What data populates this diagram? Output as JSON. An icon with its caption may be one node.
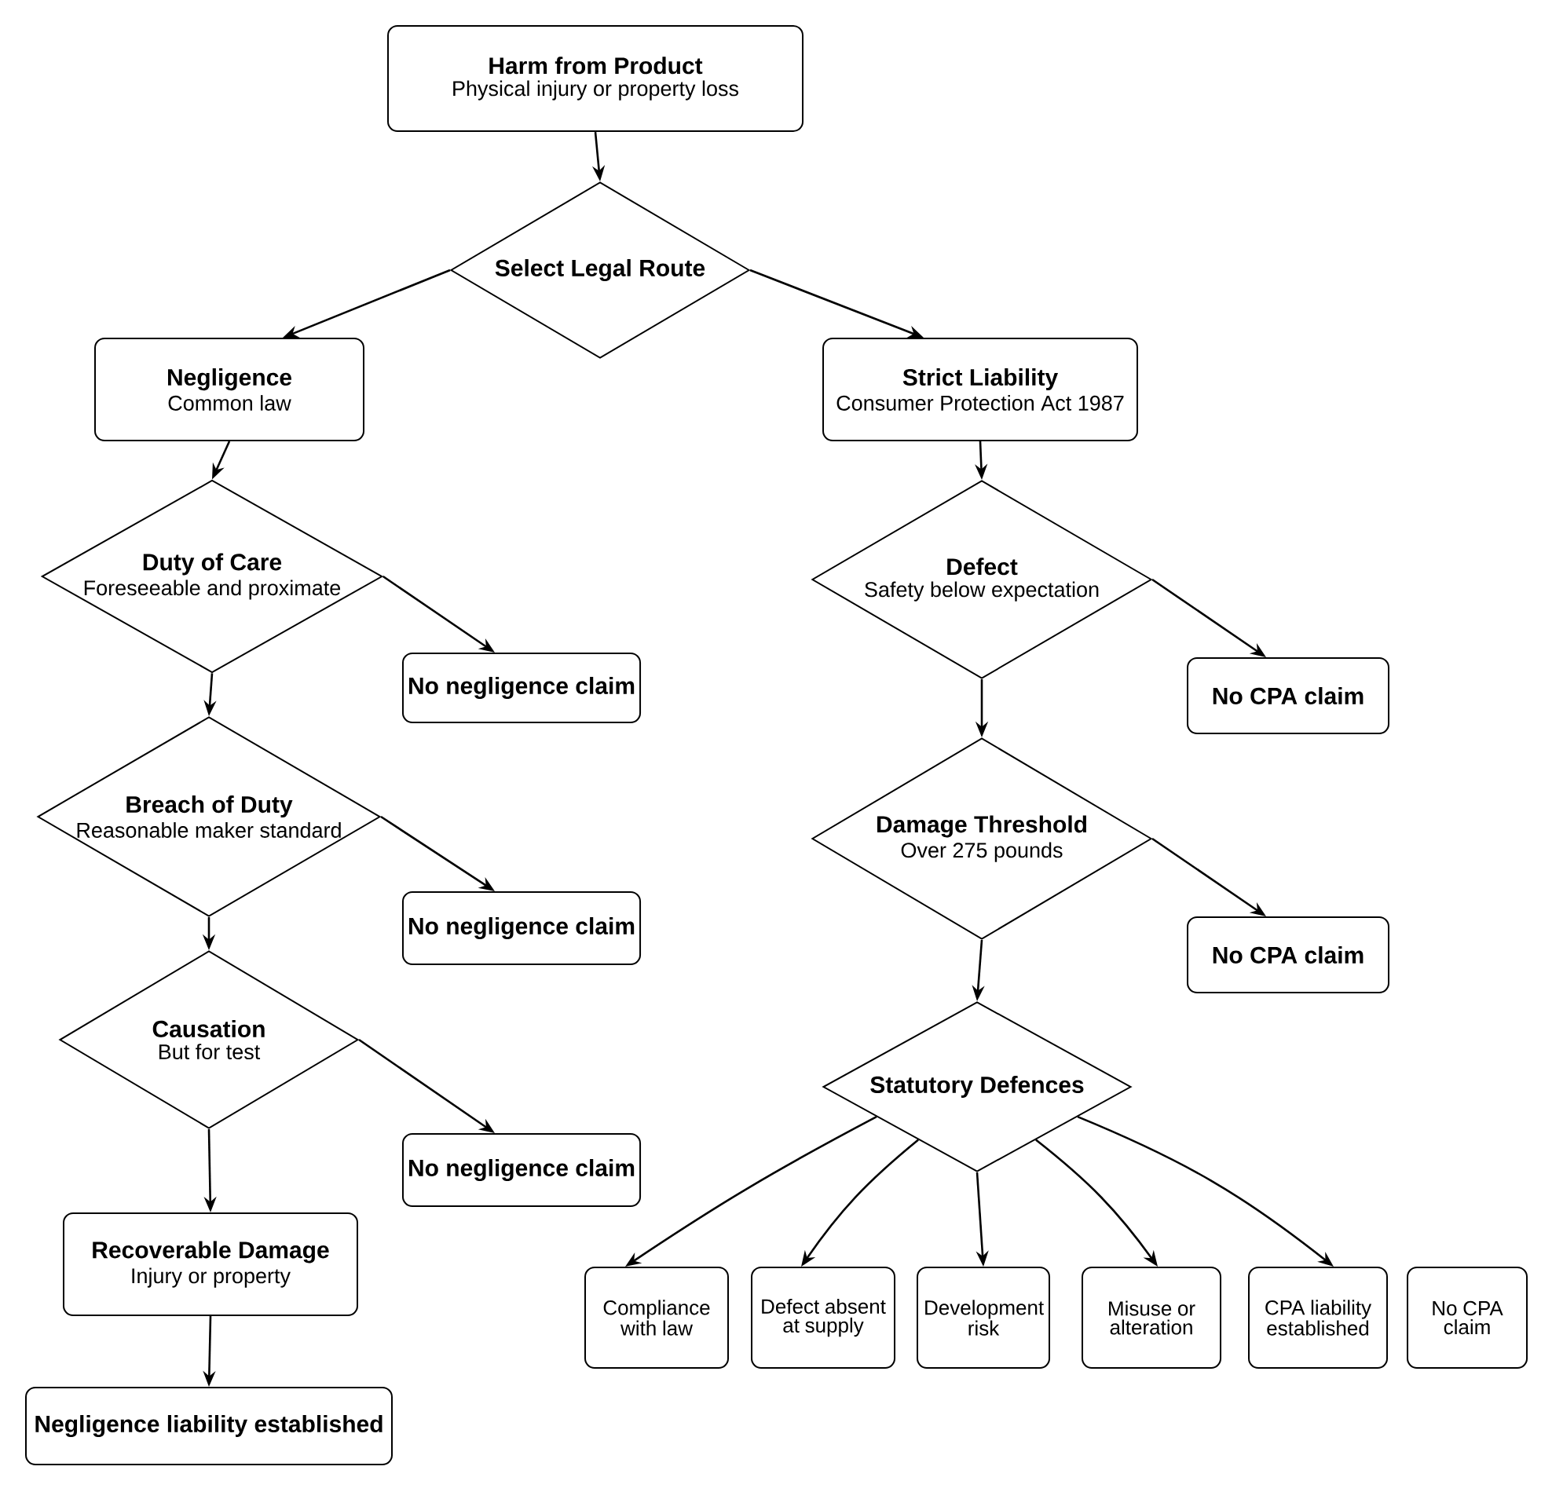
{
  "diagram": {
    "nodes": [
      {
        "text": [
          "Harm from Product",
          "Physical injury or property loss"
        ]
      },
      {
        "text": [
          "Select Legal Route"
        ]
      },
      {
        "text": [
          "Negligence",
          "Common law"
        ]
      },
      {
        "text": [
          "Strict Liability",
          "Consumer Protection Act 1987"
        ]
      },
      {
        "text": [
          "Duty of Care",
          "Foreseeable and proximate"
        ]
      },
      {
        "text": [
          "No negligence claim"
        ]
      },
      {
        "text": [
          "Defect",
          "Safety below expectation"
        ]
      },
      {
        "text": [
          "No CPA claim"
        ]
      },
      {
        "text": [
          "Breach of Duty",
          "Reasonable maker standard"
        ]
      },
      {
        "text": [
          "No negligence claim"
        ]
      },
      {
        "text": [
          "Damage Threshold",
          "Over 275 pounds"
        ]
      },
      {
        "text": [
          "No CPA claim"
        ]
      },
      {
        "text": [
          "Causation",
          "But for test"
        ]
      },
      {
        "text": [
          "No negligence claim"
        ]
      },
      {
        "text": [
          "Statutory Defences"
        ]
      },
      {
        "text": [
          "Recoverable Damage",
          "Injury or property"
        ]
      },
      {
        "text": [
          "Negligence liability established"
        ]
      },
      {
        "text": [
          "Compliance with law"
        ]
      },
      {
        "text": [
          "Defect absent at supply"
        ]
      },
      {
        "text": [
          "Development risk"
        ]
      },
      {
        "text": [
          "Misuse or alteration"
        ]
      },
      {
        "text": [
          "CPA liability established"
        ]
      },
      {
        "text": [
          "No CPA claim"
        ]
      }
    ],
    "edges": [
      {
        "from": 0,
        "to": 1,
        "arrow": "to"
      },
      {
        "from": 1,
        "to": 2,
        "arrow": "to"
      },
      {
        "from": 1,
        "to": 3,
        "arrow": "to"
      },
      {
        "from": 2,
        "to": 4,
        "arrow": "to"
      },
      {
        "from": 4,
        "to": 5,
        "arrow": "to"
      },
      {
        "from": 4,
        "to": 8,
        "arrow": "to"
      },
      {
        "from": 8,
        "to": 9,
        "arrow": "to"
      },
      {
        "from": 8,
        "to": 12,
        "arrow": "to"
      },
      {
        "from": 12,
        "to": 13,
        "arrow": "to"
      },
      {
        "from": 12,
        "to": 15,
        "arrow": "to"
      },
      {
        "from": 15,
        "to": 16,
        "arrow": "to"
      },
      {
        "from": 3,
        "to": 6,
        "arrow": "to"
      },
      {
        "from": 6,
        "to": 7,
        "arrow": "to"
      },
      {
        "from": 6,
        "to": 10,
        "arrow": "to"
      },
      {
        "from": 10,
        "to": 11,
        "arrow": "to"
      },
      {
        "from": 10,
        "to": 14,
        "arrow": "to"
      },
      {
        "from": 14,
        "to": 17,
        "arrow": "to"
      },
      {
        "from": 14,
        "to": 18,
        "arrow": "to"
      },
      {
        "from": 14,
        "to": 19,
        "arrow": "to"
      },
      {
        "from": 14,
        "to": 20,
        "arrow": "to"
      },
      {
        "from": 14,
        "to": 21,
        "arrow": "to"
      }
    ]
  }
}
